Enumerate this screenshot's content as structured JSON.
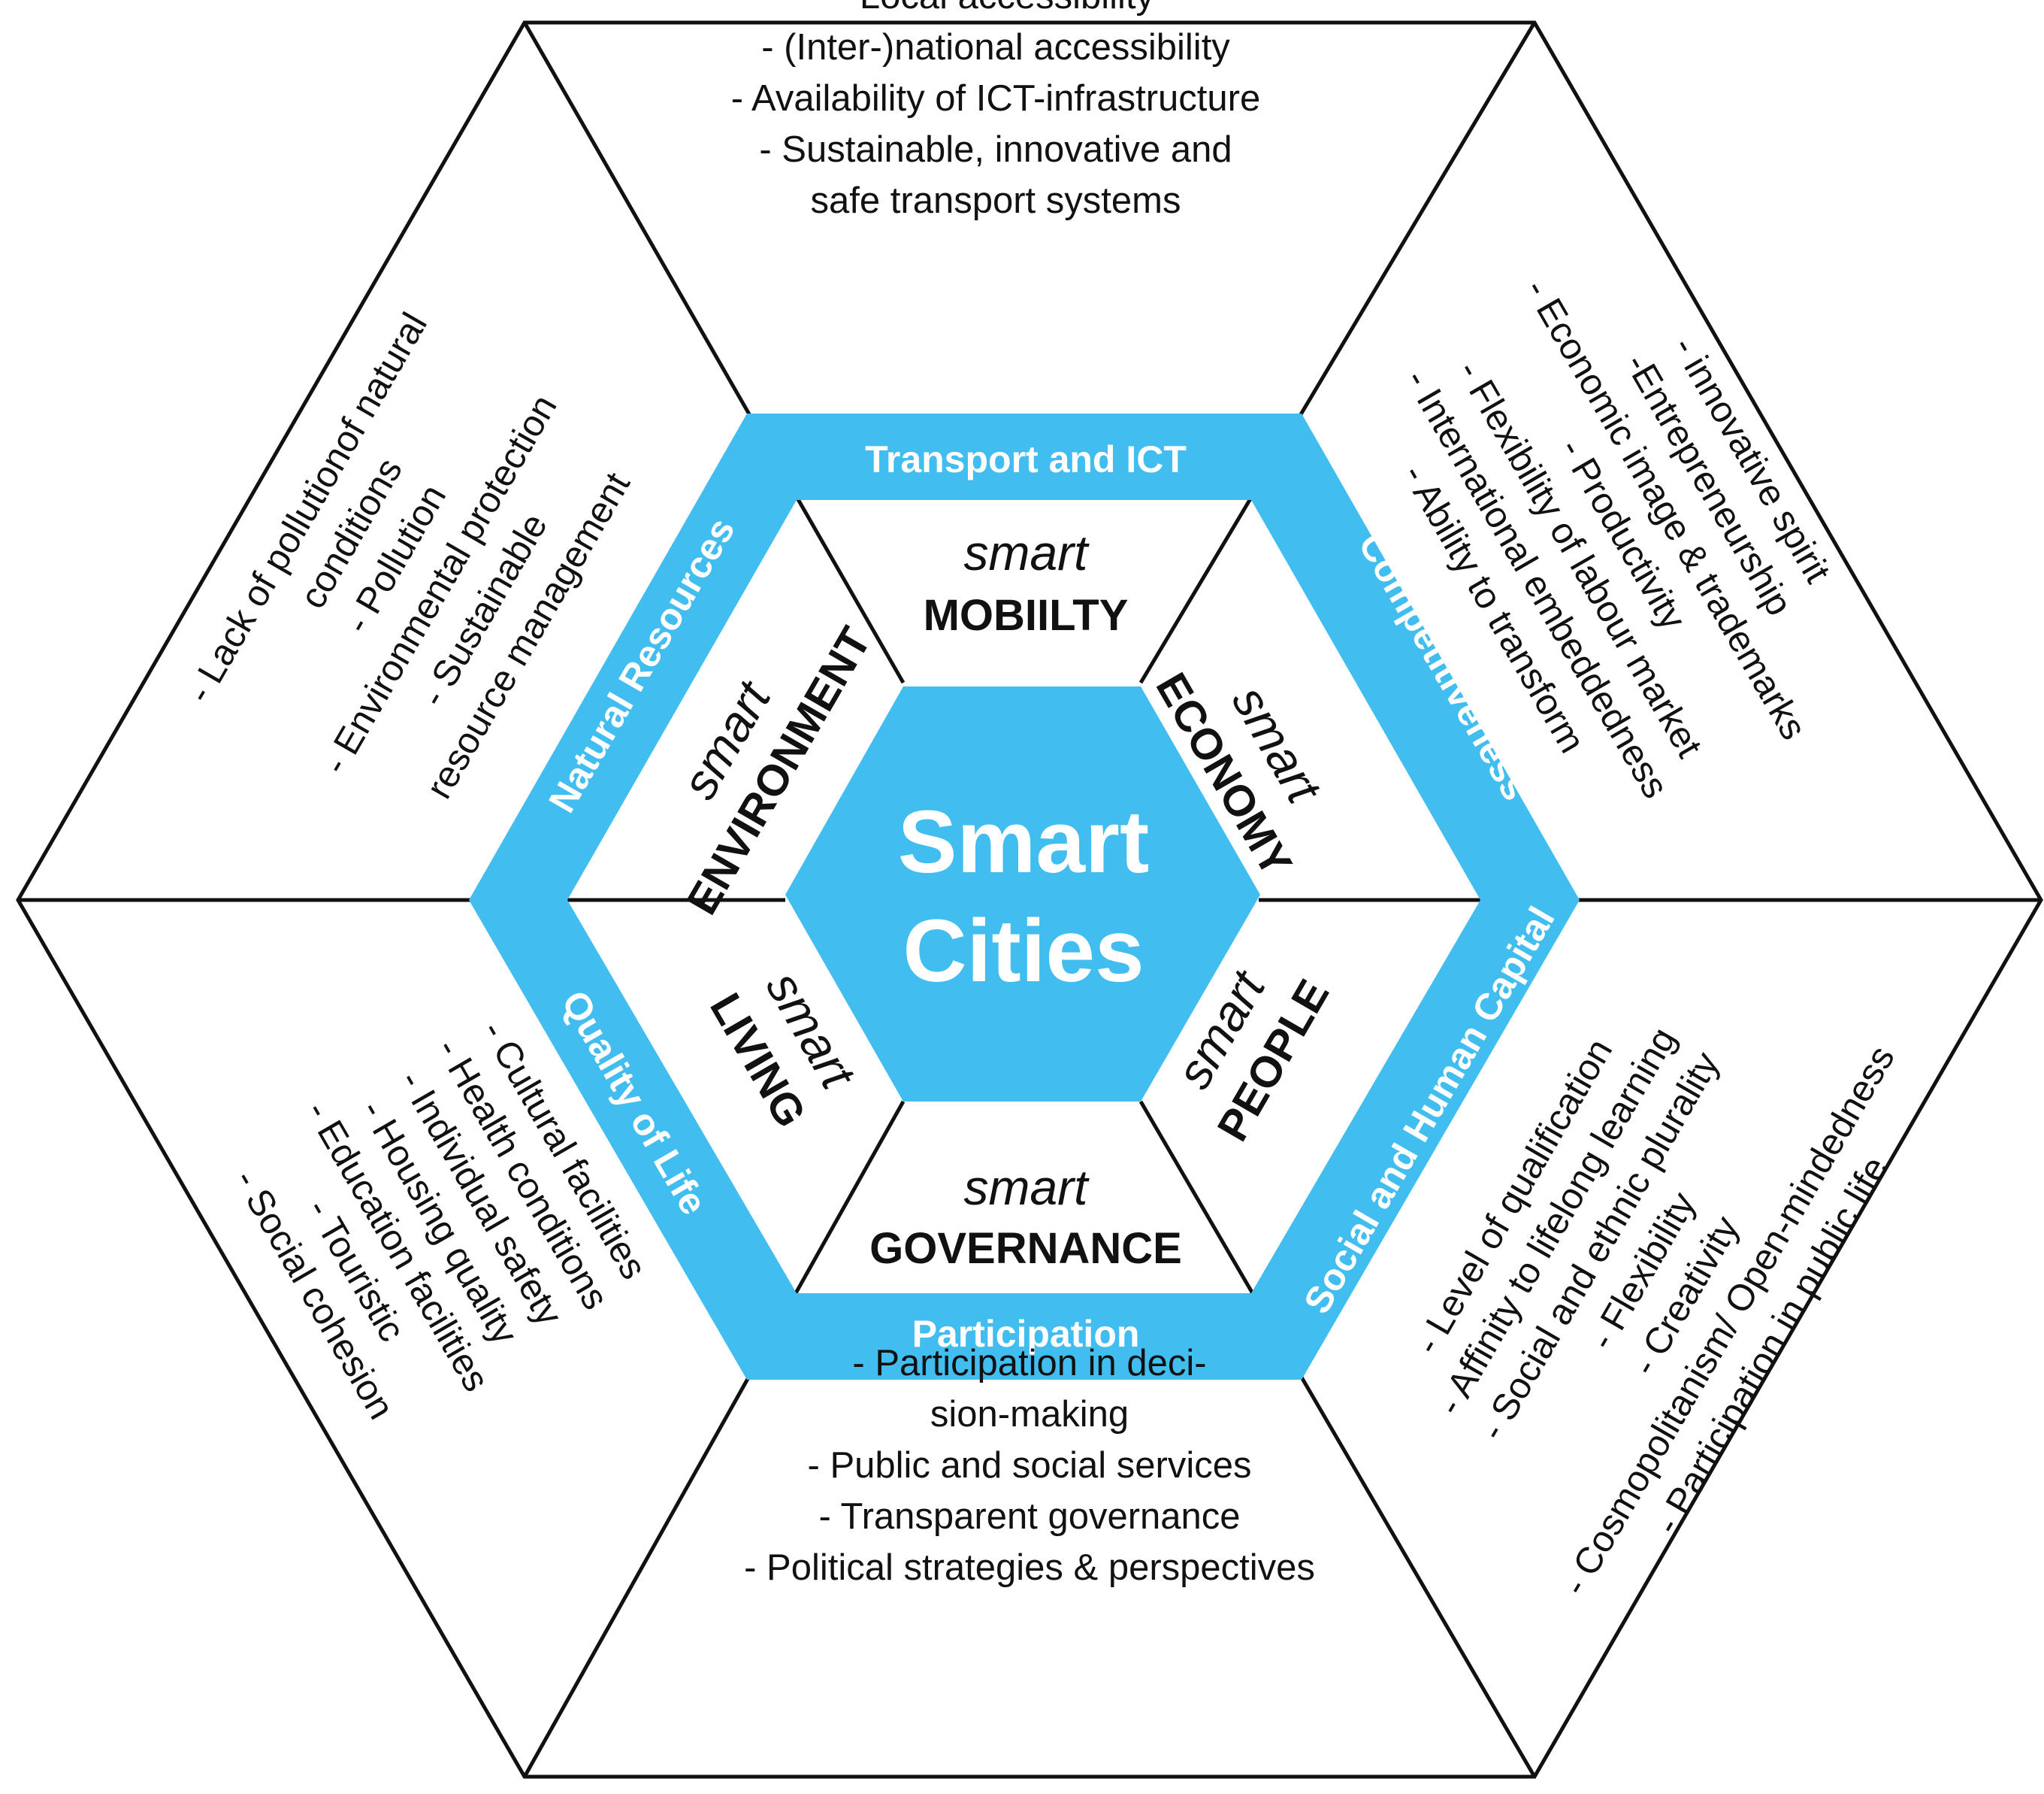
{
  "colors": {
    "accent": "#41bdf0",
    "line": "#111111",
    "center_text": "#ffffff",
    "text": "#111111"
  },
  "center": {
    "line1": "Smart",
    "line2": "Cities"
  },
  "bands": {
    "top": "Transport and ICT",
    "upper_right": "Competitiveness",
    "lower_right": "Social and Human Capital",
    "bottom": "Participation",
    "lower_left": "Quality of Life",
    "upper_left": "Natural Resources"
  },
  "dimensions": {
    "mobility": {
      "smart": "smart",
      "name": "MOBIILTY"
    },
    "economy": {
      "smart": "smart",
      "name": "ECONOMY"
    },
    "people": {
      "smart": "smart",
      "name": "PEOPLE"
    },
    "governance": {
      "smart": "smart",
      "name": "GOVERNANCE"
    },
    "living": {
      "smart": "smart",
      "name": "LIVING"
    },
    "environment": {
      "smart": "smart",
      "name": "ENVIRONMENT"
    }
  },
  "indicators": {
    "mobility": [
      "- Local accessibility",
      "- (Inter-)national accessibility",
      "- Availability of ICT-infrastructure",
      "- Sustainable, innovative and",
      "safe transport systems"
    ],
    "economy": [
      "- innovative spirit",
      "-Entrepreneurship",
      "- Economic image & trademarks",
      "- Productivity",
      "- Flexibility of labour market",
      "- International embeddedness",
      "- Ability to transform"
    ],
    "people": [
      "- Level of qualification",
      "- Affinity to lifelong learning",
      "- Social and ethnic plurality",
      "- Flexibility",
      "- Creativity",
      "- Cosmopolitanism/ Open-mindedness",
      "- Participation in public life"
    ],
    "governance": [
      "- Participation in deci-",
      "sion-making",
      "- Public and social services",
      "- Transparent governance",
      "- Political strategies & perspectives"
    ],
    "living": [
      "- Cultural facilities",
      "- Health conditions",
      "- Individual safety",
      "- Housing quality",
      "- Education facilities",
      "- Touristic",
      "- Social cohesion"
    ],
    "environment": [
      "- Lack of pollutionof natural",
      "conditions",
      "- Pollution",
      "- Environmental protection",
      "- Sustainable",
      "resource management"
    ]
  }
}
